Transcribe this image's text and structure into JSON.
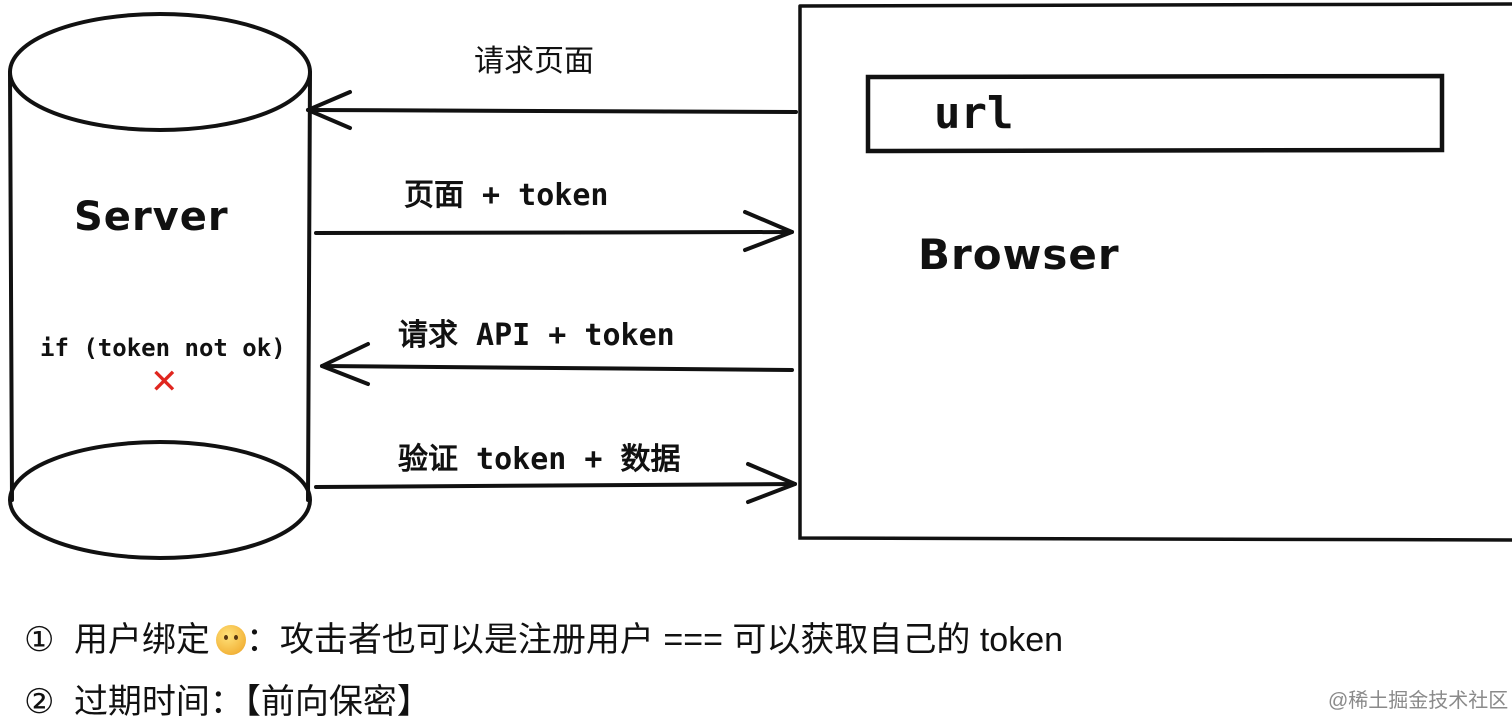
{
  "diagram": {
    "server_label": "Server",
    "server_condition": "if (token not ok)",
    "browser_label": "Browser",
    "url_label": "url",
    "arrows": [
      {
        "label": "请求页面",
        "direction": "to-server"
      },
      {
        "label": "页面 + token",
        "direction": "to-browser"
      },
      {
        "label": "请求 API + token",
        "direction": "to-server"
      },
      {
        "label": "验证 token + 数据",
        "direction": "to-browser"
      }
    ],
    "reject_mark": "✕",
    "reject_color": "#e0261f"
  },
  "notes": [
    {
      "marker": "①",
      "before_emoji": "用户绑定",
      "emoji": "thinking-face-icon",
      "after_emoji": "：攻击者也可以是注册用户 === 可以获取自己的 token"
    },
    {
      "marker": "②",
      "before_emoji": "过期时间：【前向保密】",
      "emoji": "",
      "after_emoji": ""
    }
  ],
  "watermark": "@稀土掘金技术社区"
}
